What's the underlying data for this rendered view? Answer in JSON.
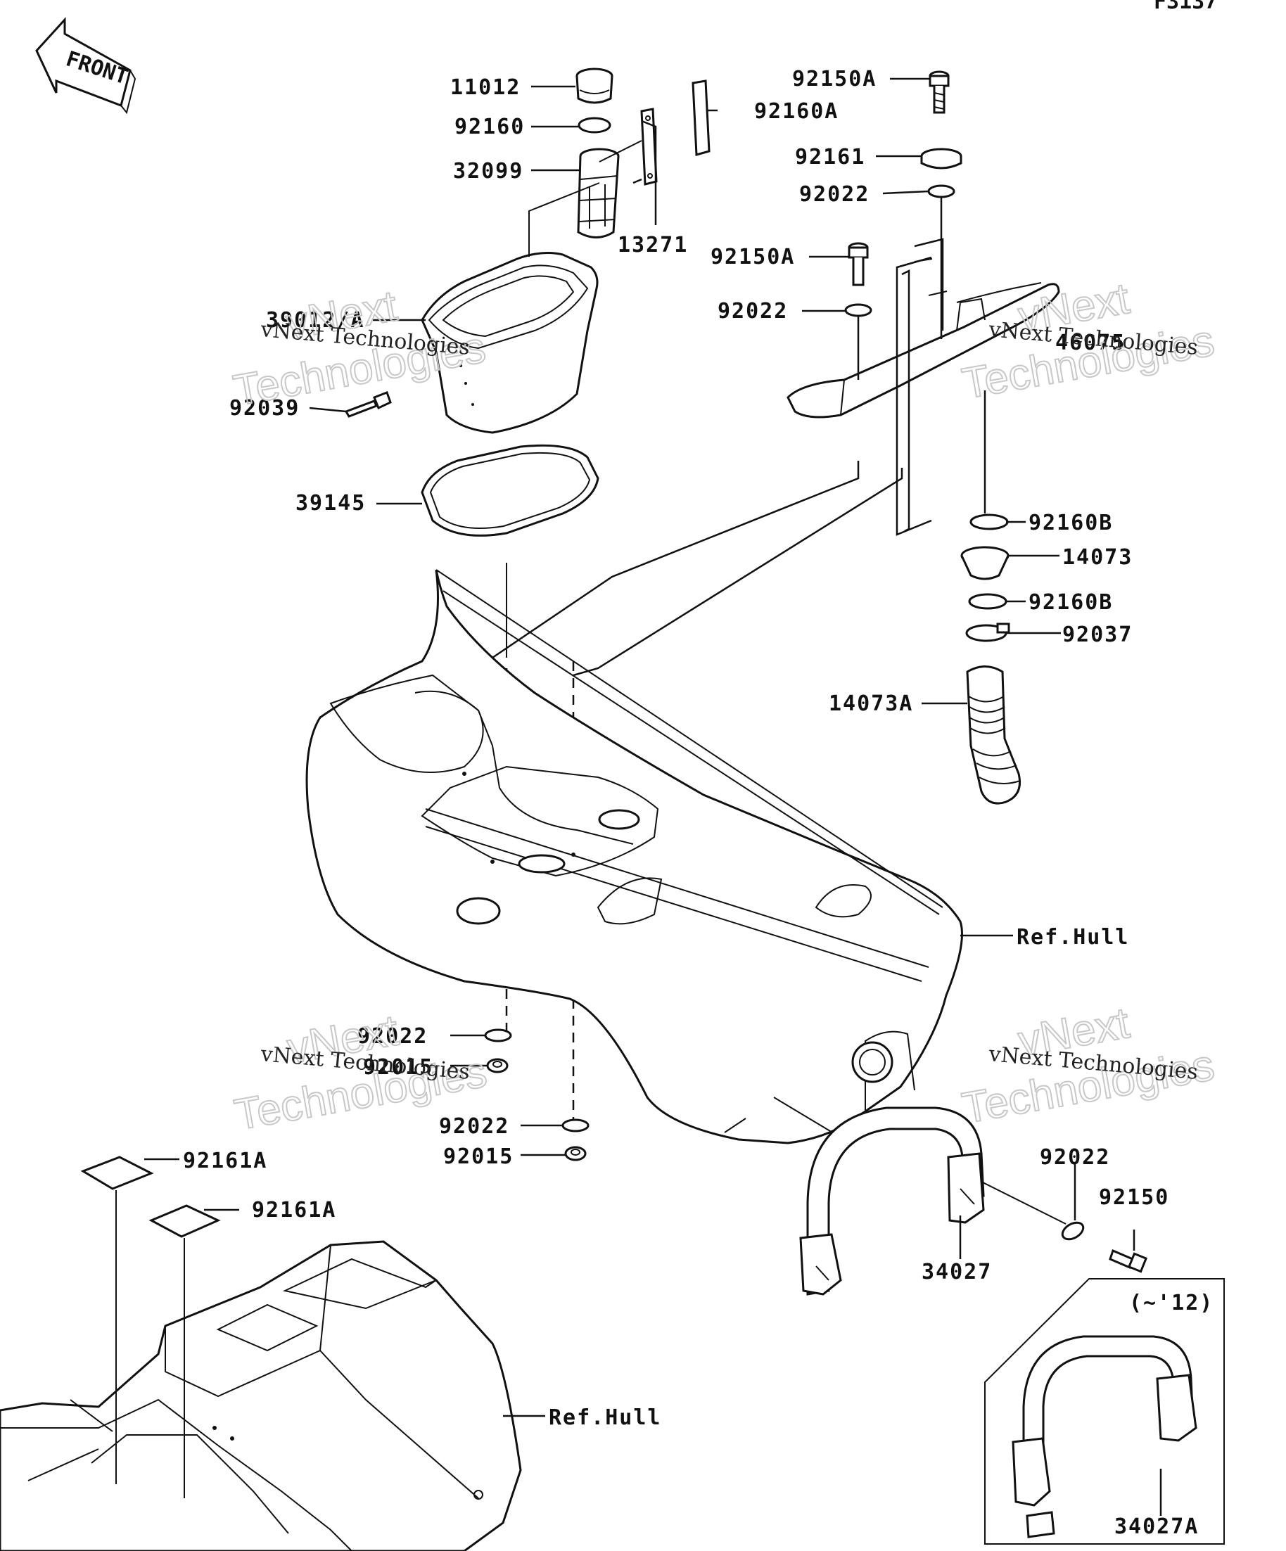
{
  "diagram_code": "F3137",
  "front_label": "FRONT",
  "note_year": "(~'12)",
  "ref_labels": [
    "Ref.Hull",
    "Ref.Hull"
  ],
  "parts": [
    "11012",
    "92160",
    "32099",
    "13271",
    "39012/A",
    "92039",
    "39145",
    "92150A",
    "92160A",
    "92161",
    "92022",
    "92150A",
    "92022",
    "46075",
    "92160B",
    "14073",
    "92160B",
    "92037",
    "14073A",
    "92022",
    "92015",
    "92022",
    "92015",
    "92161A",
    "92161A",
    "92022",
    "92150",
    "34027",
    "34027A"
  ],
  "watermark": {
    "company": "vNext Technologies",
    "brand_line1": "vNext",
    "brand_line2": "Technologies"
  }
}
